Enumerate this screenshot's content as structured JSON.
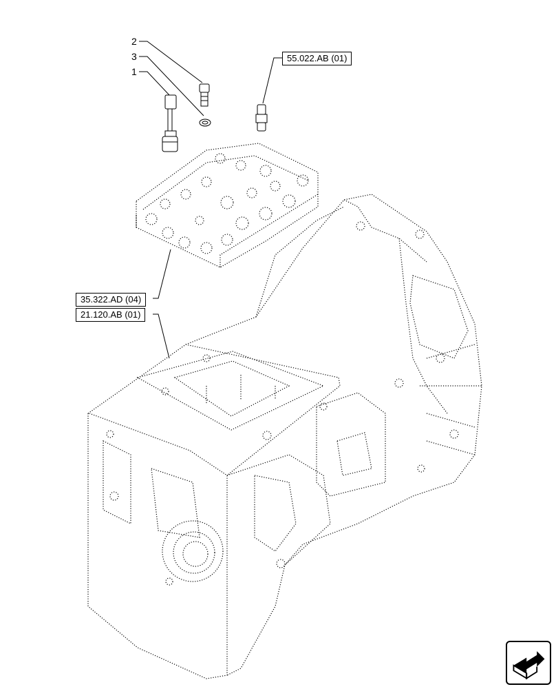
{
  "callouts": {
    "item_1": "1",
    "item_2": "2",
    "item_3": "3",
    "ref_55022": "55.022.AB (01)",
    "ref_35322": "35.322.AD (04)",
    "ref_21120": "21.120.AB (01)"
  },
  "icons": {
    "nav": "next-page-arrow-icon"
  }
}
